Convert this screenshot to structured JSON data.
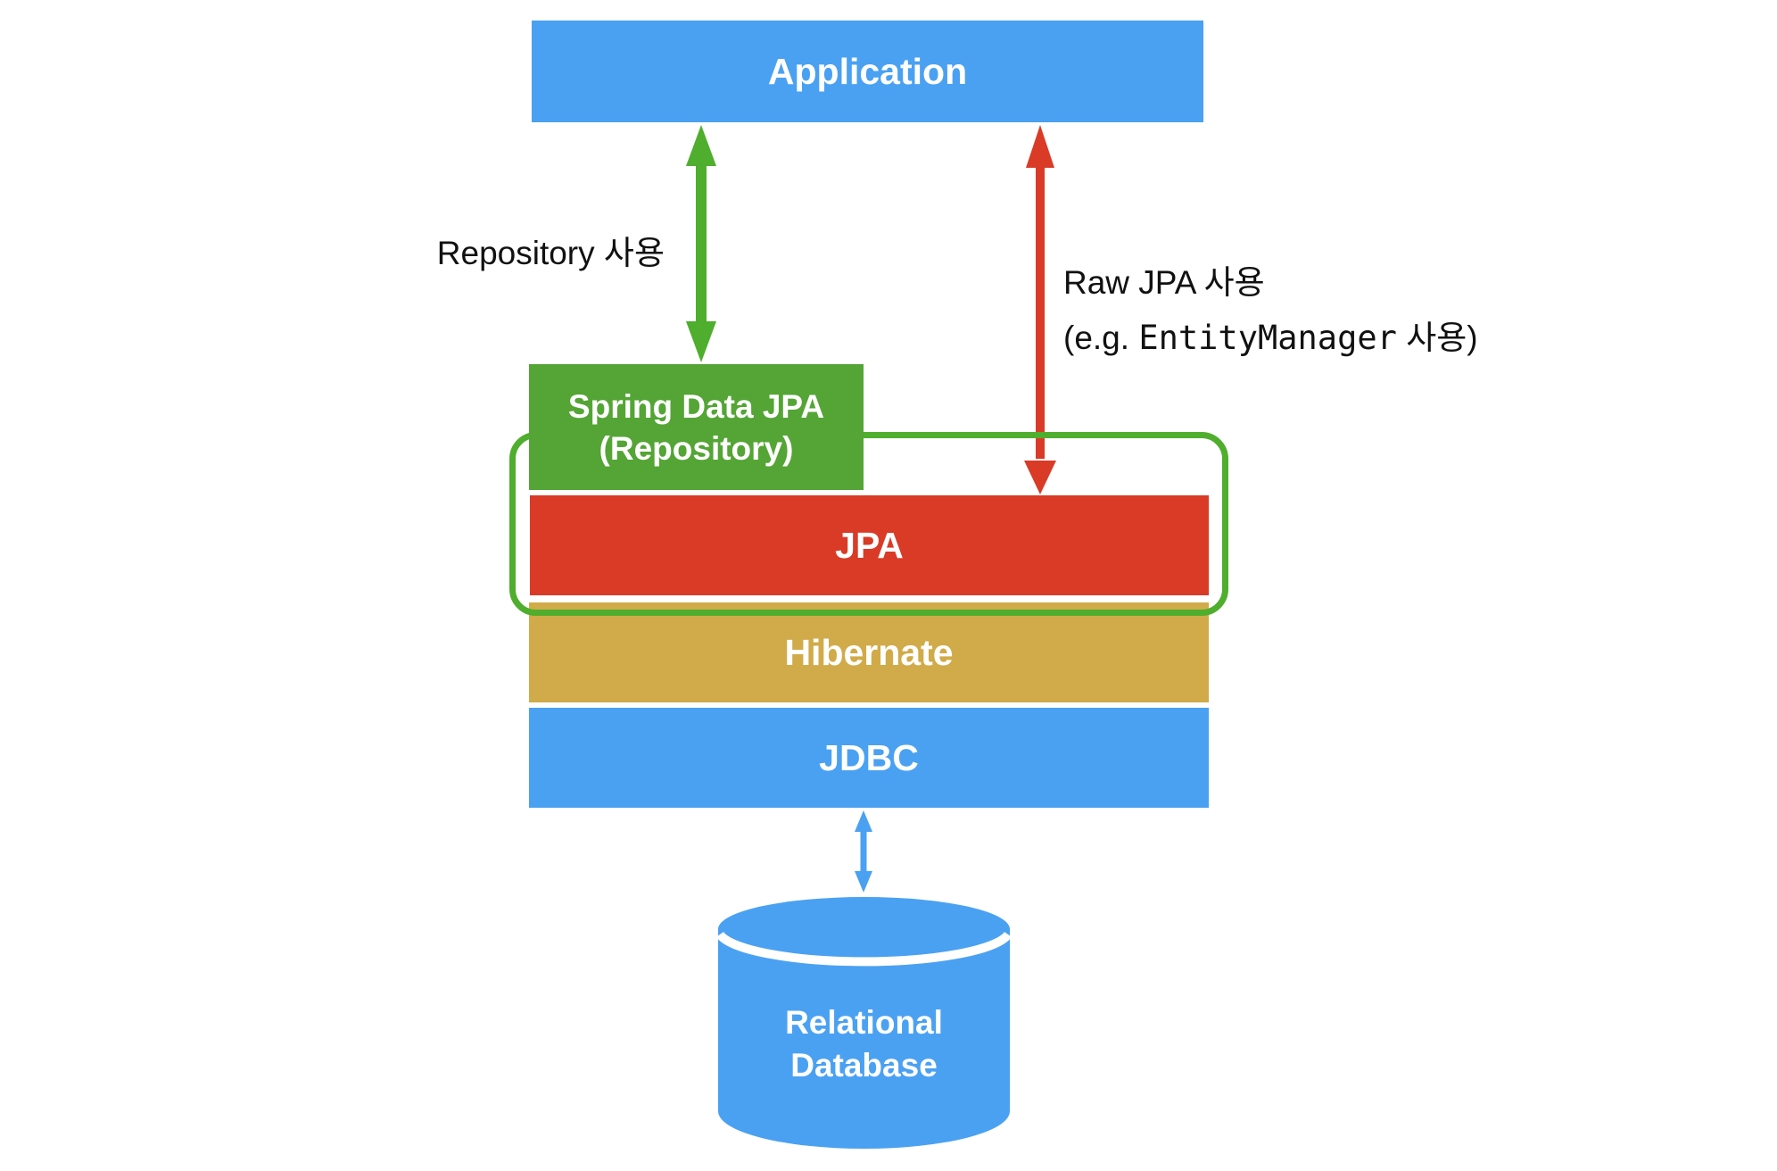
{
  "colors": {
    "blue": "#4aa1f2",
    "green_box": "#54a535",
    "green_accent": "#4fae2d",
    "red": "#d93b27",
    "gold": "#d1ab49",
    "label_text": "#111111",
    "box_text": "#ffffff",
    "background": "#ffffff"
  },
  "boxes": {
    "application": {
      "label": "Application"
    },
    "spring_data_jpa": {
      "line1": "Spring Data JPA",
      "line2": "(Repository)"
    },
    "jpa": {
      "label": "JPA"
    },
    "hibernate": {
      "label": "Hibernate"
    },
    "jdbc": {
      "label": "JDBC"
    },
    "database": {
      "line1": "Relational",
      "line2": "Database"
    }
  },
  "arrows": {
    "repository": {
      "label": "Repository 사용",
      "color": "#4fae2d",
      "direction": "both"
    },
    "raw_jpa": {
      "label_line1": "Raw JPA 사용",
      "label_line2_prefix": "(e.g. ",
      "label_line2_code": "EntityManager",
      "label_line2_suffix": " 사용)",
      "color": "#d93b27",
      "direction": "both"
    },
    "jdbc_to_db": {
      "color": "#4aa1f2",
      "direction": "both"
    }
  }
}
